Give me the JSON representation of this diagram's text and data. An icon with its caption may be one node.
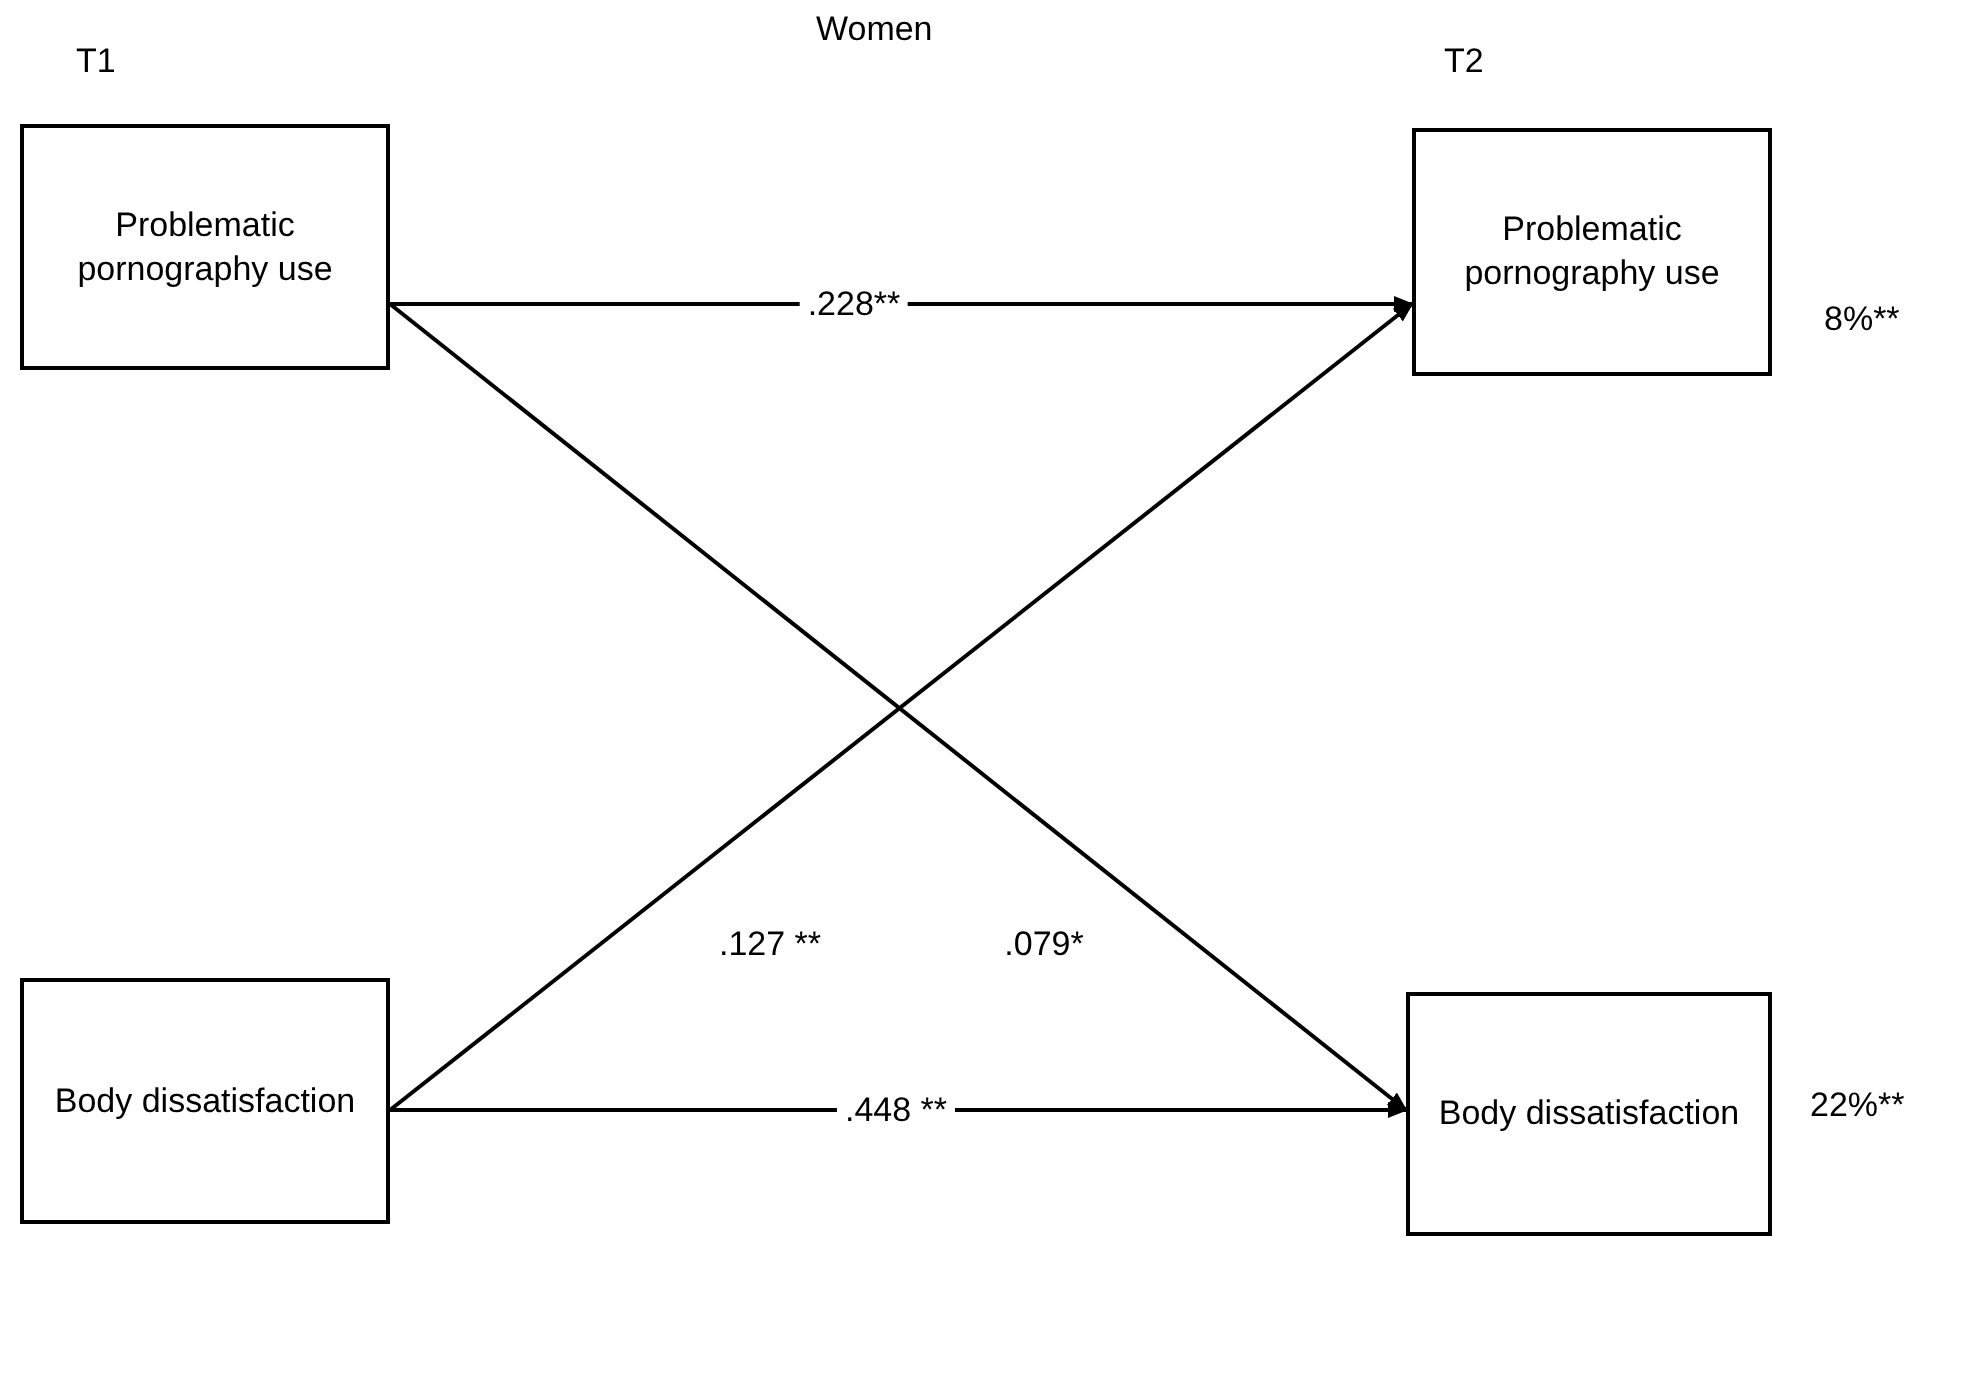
{
  "diagram": {
    "title": "Women",
    "nodes": [
      {
        "text": [
          "Problematic pornography use"
        ]
      },
      {
        "text": [
          "Problematic pornography use"
        ],
        "beside": [
          "8%**"
        ]
      },
      {
        "text": [
          "Body dissatisfaction"
        ]
      },
      {
        "text": [
          "Body dissatisfaction"
        ],
        "beside": [
          "22%**"
        ]
      }
    ],
    "edges": [
      {
        "from": 0,
        "to": 1,
        "arrow": "to",
        "label": ".228**"
      },
      {
        "from": 0,
        "to": 3,
        "arrow": "to",
        "label": ".079*"
      },
      {
        "from": 2,
        "to": 1,
        "arrow": "to",
        "label": ".127 **"
      },
      {
        "from": 2,
        "to": 3,
        "arrow": "to",
        "label": ".448 **"
      }
    ],
    "labels": [
      "T1",
      "T2"
    ]
  }
}
